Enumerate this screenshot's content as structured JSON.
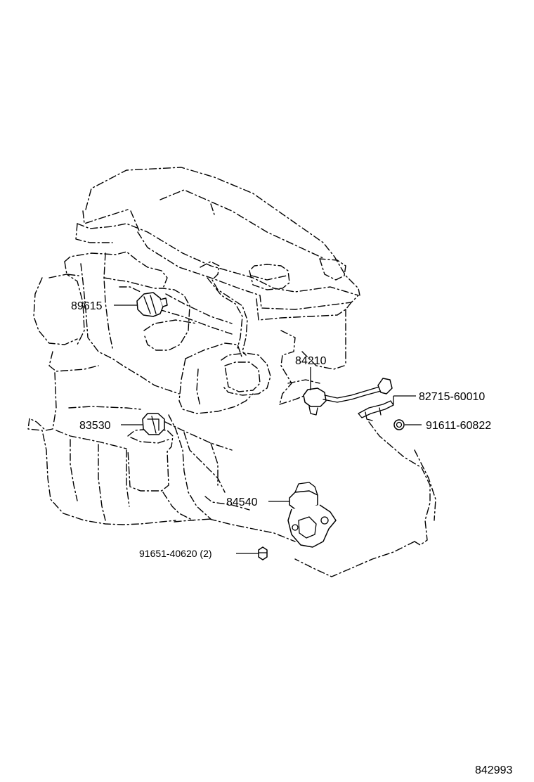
{
  "diagram": {
    "callouts": {
      "c89615": "89615",
      "c84210": "84210",
      "c82715": "82715-60010",
      "c91611": "91611-60822",
      "c83530": "83530",
      "c84540": "84540",
      "c91651": "91651-40620 (2)"
    },
    "figure_number": "842993"
  }
}
